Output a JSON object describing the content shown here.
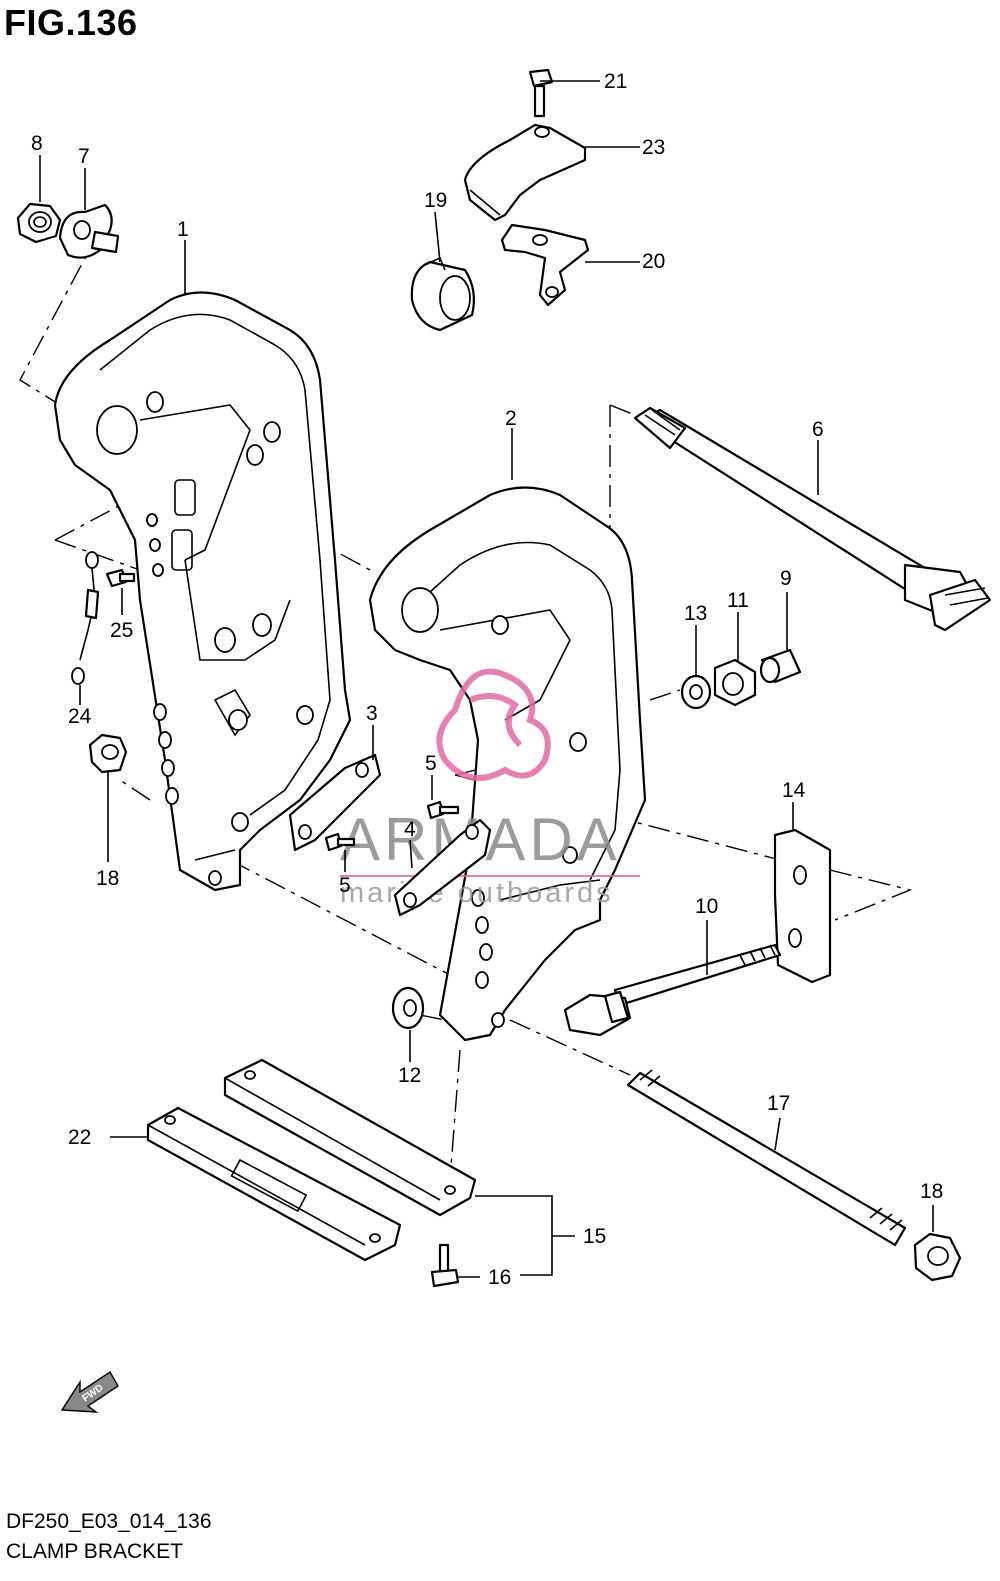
{
  "figure": {
    "title": "FIG.136",
    "code": "DF250_E03_014_136",
    "name": "CLAMP BRACKET"
  },
  "watermark": {
    "brand": "ARMADA",
    "tagline": "marine outboards",
    "accent_color": "#e26aa5"
  },
  "direction_marker": {
    "label": "FWD",
    "icon": "forward-arrow-icon"
  },
  "callouts": [
    {
      "number": "1"
    },
    {
      "number": "2"
    },
    {
      "number": "3"
    },
    {
      "number": "4"
    },
    {
      "number": "5"
    },
    {
      "number": "5"
    },
    {
      "number": "6"
    },
    {
      "number": "7"
    },
    {
      "number": "8"
    },
    {
      "number": "9"
    },
    {
      "number": "10"
    },
    {
      "number": "11"
    },
    {
      "number": "12"
    },
    {
      "number": "13"
    },
    {
      "number": "14"
    },
    {
      "number": "15"
    },
    {
      "number": "16"
    },
    {
      "number": "17"
    },
    {
      "number": "18"
    },
    {
      "number": "18"
    },
    {
      "number": "19"
    },
    {
      "number": "20"
    },
    {
      "number": "21"
    },
    {
      "number": "22"
    },
    {
      "number": "23"
    },
    {
      "number": "24"
    },
    {
      "number": "25"
    }
  ]
}
